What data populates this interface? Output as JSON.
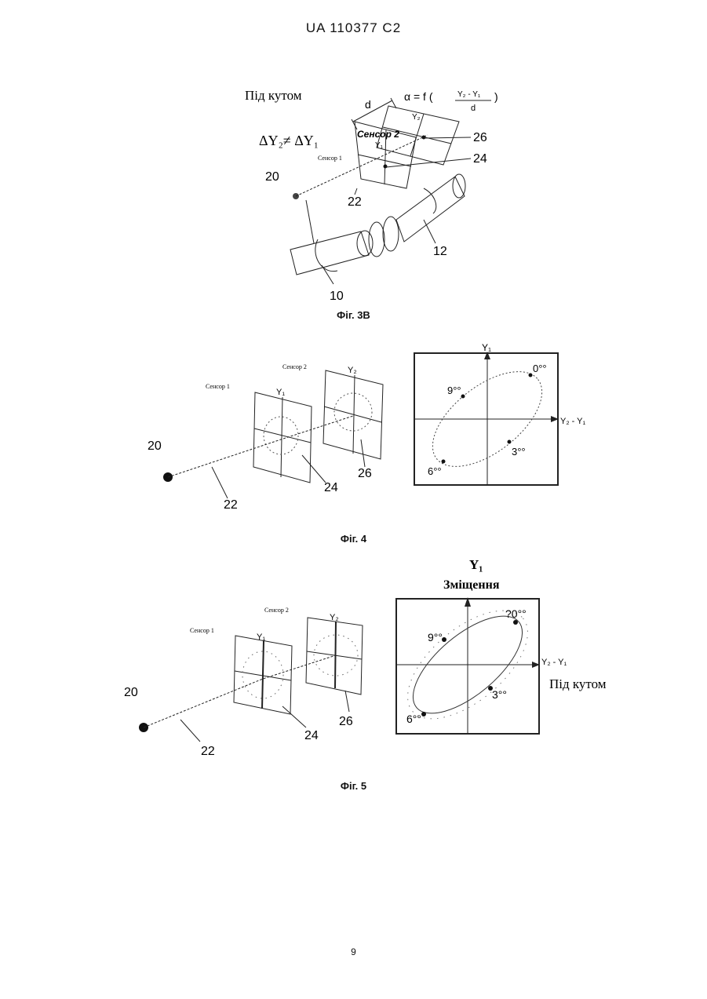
{
  "header": {
    "patent_id": "UA   110377   C2"
  },
  "page_number": "9",
  "fig3b": {
    "caption": "Фіг. 3В",
    "title": "Під кутом",
    "delta_formula": "ΔY₂≠ ΔY₁",
    "alpha_formula": "α = f (",
    "frac_num": "Y₂ - Y₁",
    "frac_den": "d",
    "frac_close": ")",
    "d_label": "d",
    "sensor1": "Сенсор 1",
    "sensor2": "Сенсор 2",
    "y1": "Y₁",
    "y2": "Y₂",
    "refs": {
      "r10": "10",
      "r12": "12",
      "r20": "20",
      "r22": "22",
      "r24": "24",
      "r26": "26"
    }
  },
  "fig4": {
    "caption": "Фіг. 4",
    "sensor1": "Сенсор 1",
    "sensor2": "Сенсор 2",
    "y1_plate": "Y₁",
    "y2_plate": "Y₂",
    "refs": {
      "r20": "20",
      "r22": "22",
      "r24": "24",
      "r26": "26"
    },
    "plot": {
      "y_axis": "Y₁",
      "x_axis": "Y₂ - Y₁",
      "points": {
        "p0": "0°°",
        "p3": "3°°",
        "p6": "6°°",
        "p9": "9°°"
      }
    }
  },
  "fig5": {
    "caption": "Фіг. 5",
    "sensor1": "Сенсор 1",
    "sensor2": "Сенсор 2",
    "y1_plate": "Y₁",
    "y2_plate": "Y₂",
    "refs": {
      "r20": "20",
      "r22": "22",
      "r24": "24",
      "r26": "26"
    },
    "plot": {
      "y_axis": "Y₁",
      "y_title": "Зміщення",
      "x_axis": "Y₂ - Y₁",
      "x_title": "Під кутом",
      "points": {
        "p0": "?0°°",
        "p3": "3°°",
        "p6": "6°°",
        "p9": "9°°"
      }
    }
  }
}
